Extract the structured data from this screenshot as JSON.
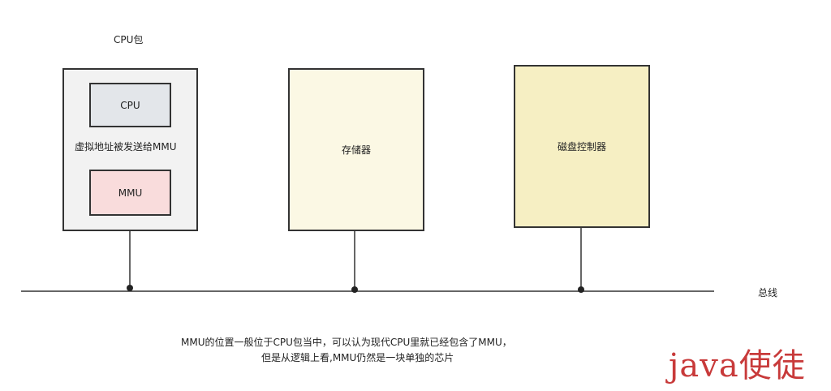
{
  "package": {
    "title": "CPU包"
  },
  "cpu": {
    "label": "CPU"
  },
  "mmu": {
    "label": "MMU"
  },
  "arrow_label": "虚拟地址被发送给MMU",
  "memory": {
    "label": "存储器"
  },
  "disk_controller": {
    "label": "磁盘控制器"
  },
  "bus": {
    "label": "总线"
  },
  "caption": {
    "line1": "MMU的位置一般位于CPU包当中，可以认为现代CPU里就已经包含了MMU，",
    "line2": "但是从逻辑上看,MMU仍然是一块单独的芯片"
  },
  "watermark": "java使徒",
  "colors": {
    "package_fill": "#f2f2f2",
    "cpu_fill": "#e3e6ea",
    "mmu_fill": "#f9dcdc",
    "memory_fill": "#fbf8e4",
    "disk_fill": "#f6efc3",
    "watermark": "#c83a3a"
  }
}
